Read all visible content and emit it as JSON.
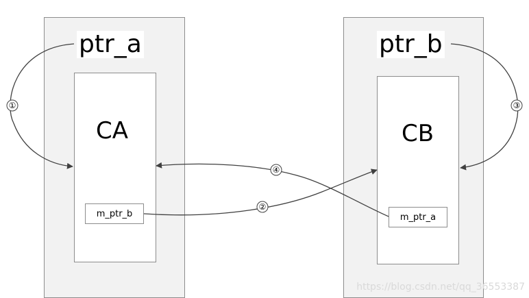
{
  "left_object": {
    "pointer": "ptr_a",
    "object": "CA",
    "member": "m_ptr_b"
  },
  "right_object": {
    "pointer": "ptr_b",
    "object": "CB",
    "member": "m_ptr_a"
  },
  "arrows": [
    {
      "step": "①",
      "from": "ptr_a",
      "to": "CA"
    },
    {
      "step": "②",
      "from": "m_ptr_b",
      "to": "CB"
    },
    {
      "step": "③",
      "from": "ptr_b",
      "to": "CB"
    },
    {
      "step": "④",
      "from": "m_ptr_a",
      "to": "CA"
    }
  ],
  "colors": {
    "container_fill": "#f2f2f2",
    "border": "#8c8c8c",
    "arrow": "#404040"
  },
  "watermark": "https://blog.csdn.net/qq_36553387"
}
